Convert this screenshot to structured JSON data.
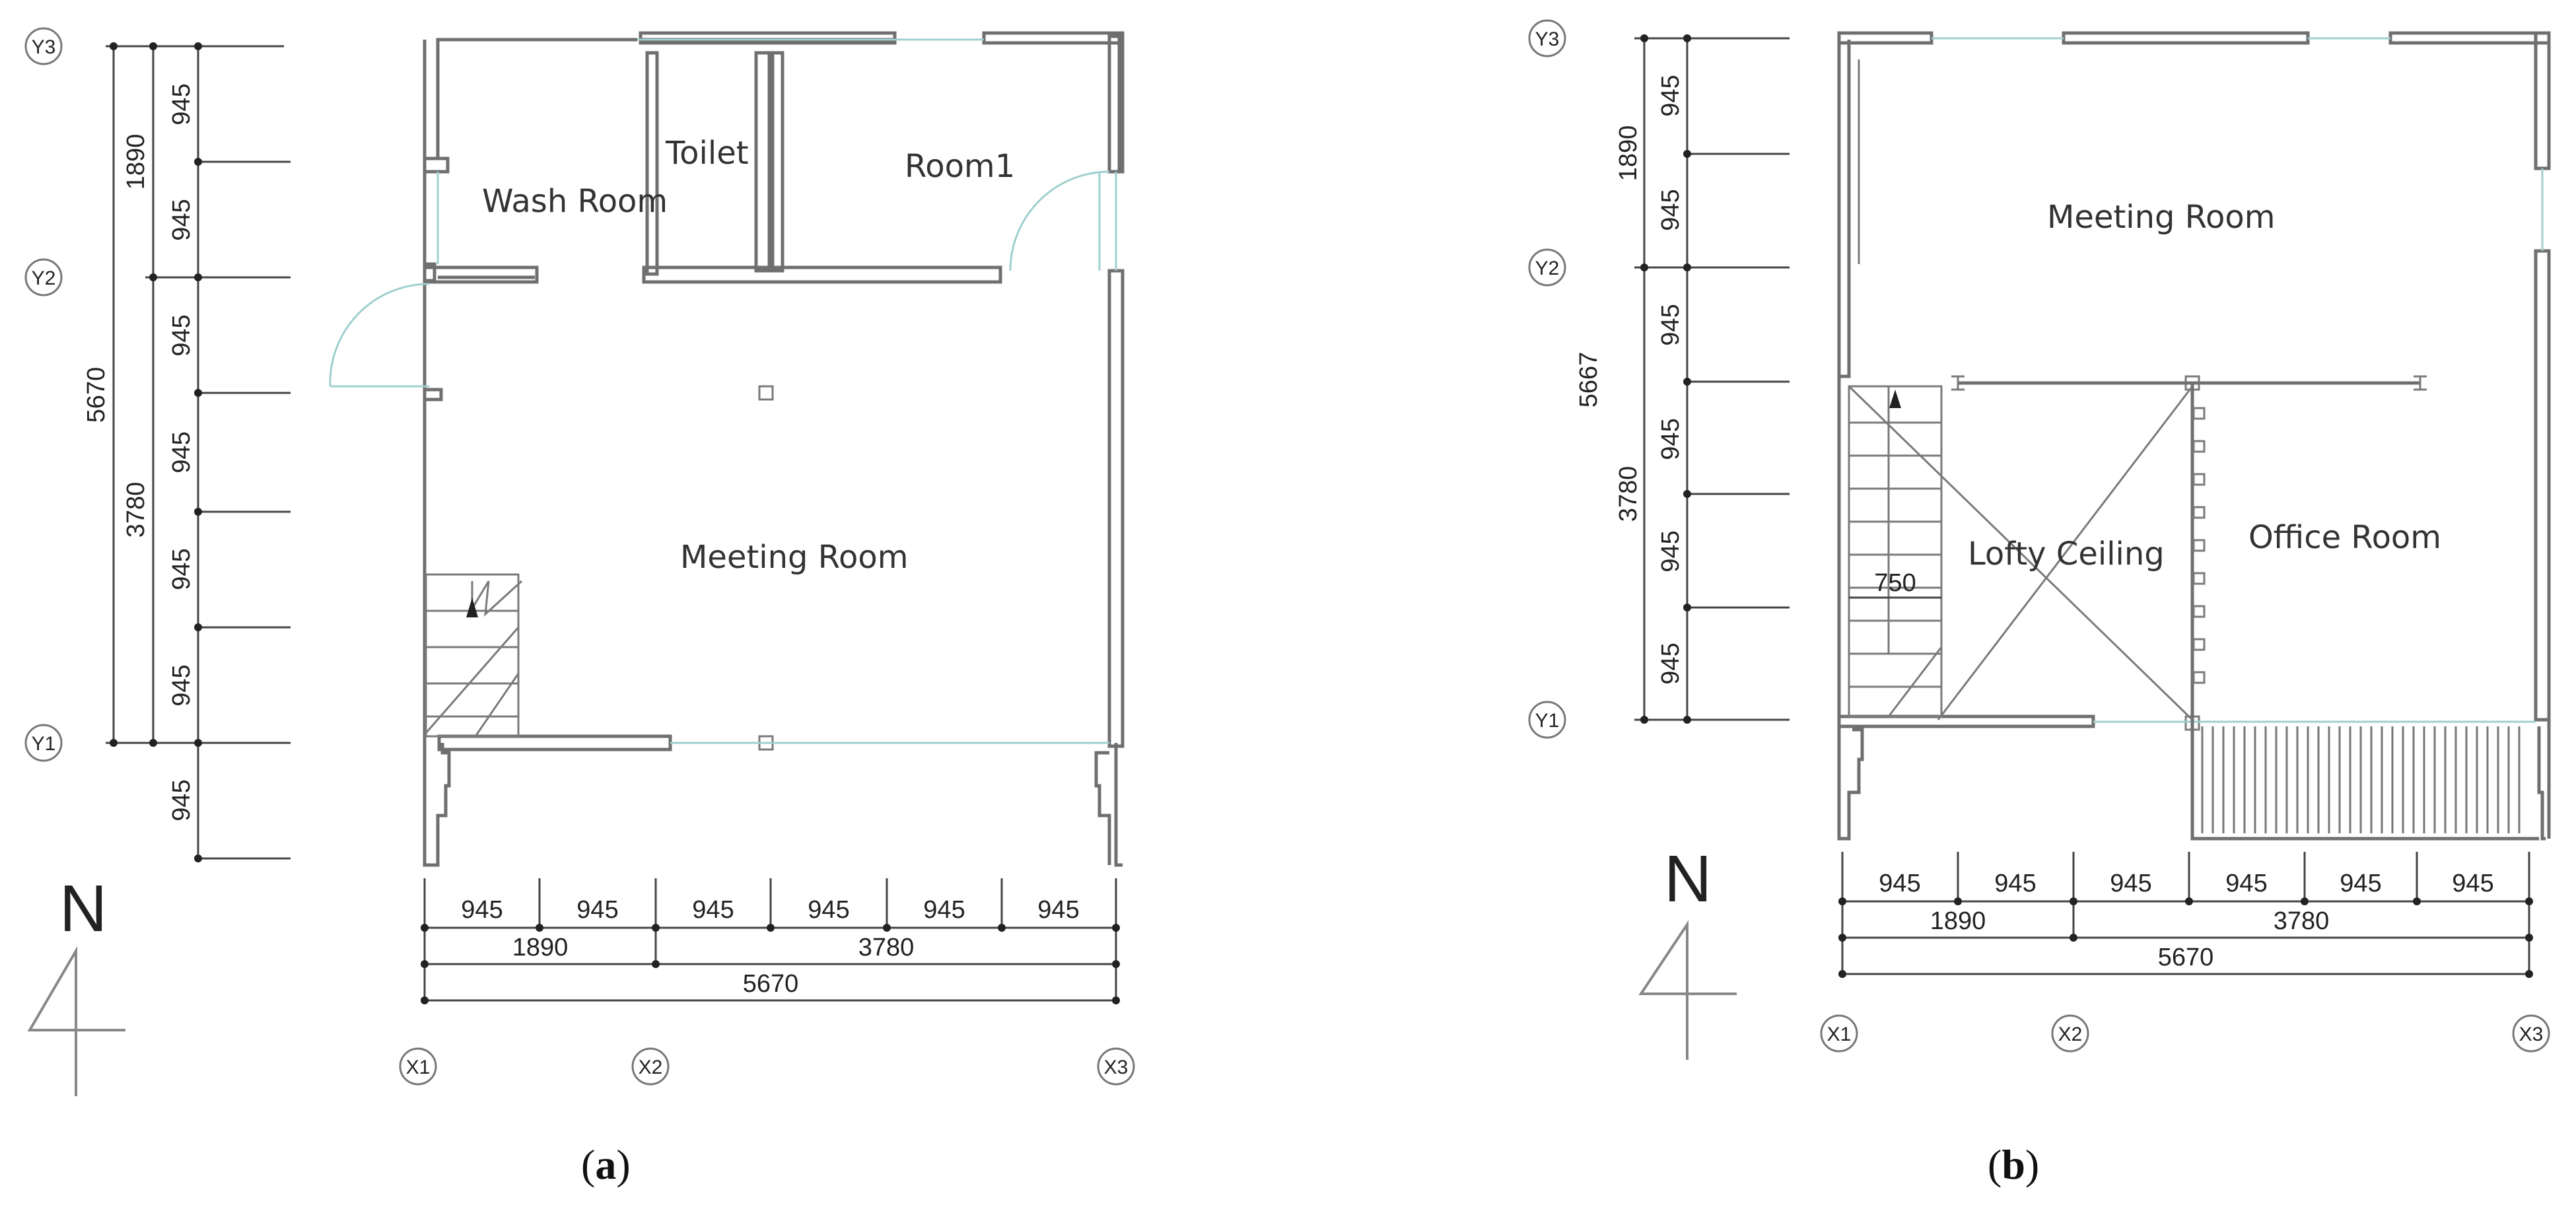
{
  "panel_a": {
    "rooms": {
      "toilet": "Toilet",
      "room1": "Room1",
      "wash_room": "Wash Room",
      "meeting_room": "Meeting Room"
    },
    "axes": {
      "y3": "Y3",
      "y2": "Y2",
      "y1": "Y1",
      "x1": "X1",
      "x2": "X2",
      "x3": "X3"
    },
    "north": "N",
    "dims": {
      "module": "945",
      "y_upper": "1890",
      "y_lower": "3780",
      "y_total": "5670",
      "x_left": "1890",
      "x_right": "3780",
      "x_total": "5670"
    },
    "caption_open": "(",
    "caption_letter": "a",
    "caption_close": ")"
  },
  "panel_b": {
    "rooms": {
      "meeting_room": "Meeting Room",
      "lofty_ceiling": "Lofty Ceiling",
      "office_room": "Office Room",
      "stair_width": "750"
    },
    "axes": {
      "y3": "Y3",
      "y2": "Y2",
      "y1": "Y1",
      "x1": "X1",
      "x2": "X2",
      "x3": "X3"
    },
    "north": "N",
    "dims": {
      "module": "945",
      "y_upper": "1890",
      "y_lower": "3780",
      "y_total": "5667",
      "x_left": "1890",
      "x_right": "3780",
      "x_total": "5670"
    },
    "caption_open": "(",
    "caption_letter": "b",
    "caption_close": ")"
  }
}
